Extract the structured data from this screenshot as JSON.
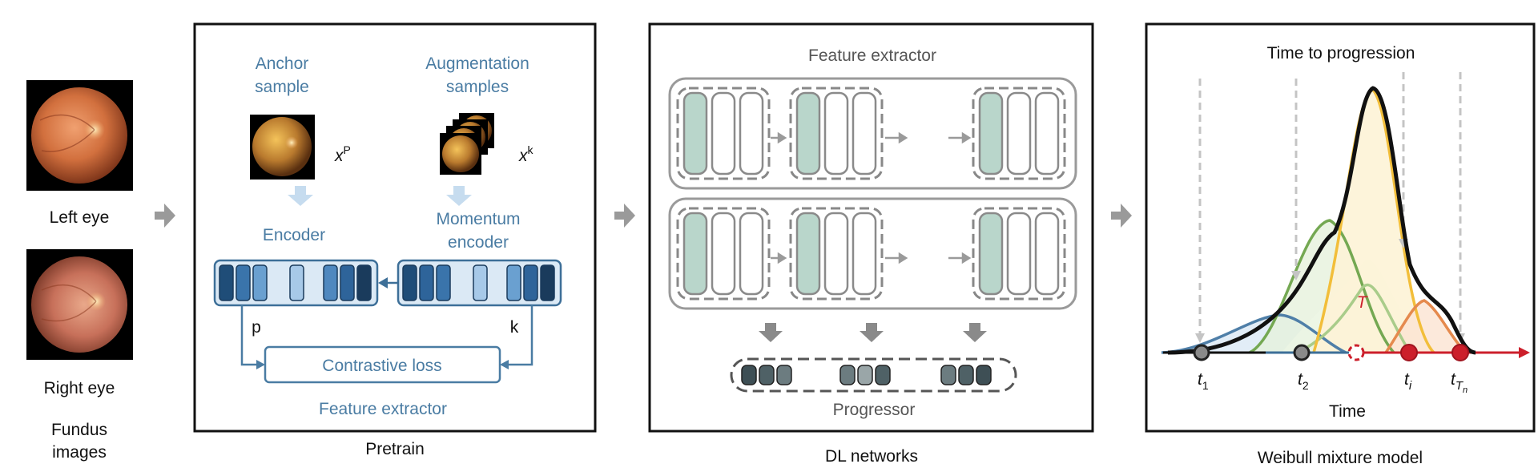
{
  "fundus": {
    "left_label": "Left eye",
    "right_label": "Right eye",
    "caption_line1": "Fundus",
    "caption_line2": "images"
  },
  "pretrain": {
    "caption": "Pretrain",
    "anchor_line1": "Anchor",
    "anchor_line2": "sample",
    "aug_line1": "Augmentation",
    "aug_line2": "samples",
    "xp_base": "x",
    "xp_sup": "P",
    "xk_base": "x",
    "xk_sup": "k",
    "encoder": "Encoder",
    "momentum_line1": "Momentum",
    "momentum_line2": "encoder",
    "p_label": "p",
    "k_label": "k",
    "contrastive_loss": "Contrastive loss",
    "feature_extractor": "Feature extractor"
  },
  "dl": {
    "caption": "DL networks",
    "feature_extractor": "Feature extractor",
    "progressor": "Progressor"
  },
  "weibull": {
    "caption": "Weibull mixture model",
    "title": "Time to progression",
    "x_label": "Time",
    "T_label": "T",
    "t1": "t",
    "t1_sub": "1",
    "t2": "t",
    "t2_sub": "2",
    "ti": "t",
    "ti_sub": "i",
    "tTn": "t",
    "tTn_sub": "T",
    "tTn_subsub": "n"
  },
  "colors": {
    "frame": "#111111",
    "blue_text": "#4a7ca3",
    "encoder_fill": "#dbe9f5",
    "encoder_stroke": "#3d6f98",
    "arrow_gray": "#9a9a9a",
    "teal_fill": "#b9d6cb",
    "curve_blue": "#4f7fa8",
    "curve_green": "#74a852",
    "curve_lightgreen": "#a9cc8a",
    "curve_yellow": "#f2be3a",
    "curve_orange": "#e58a4e",
    "event_red": "#cc1f2b",
    "censor_gray": "#5a5a5a"
  }
}
